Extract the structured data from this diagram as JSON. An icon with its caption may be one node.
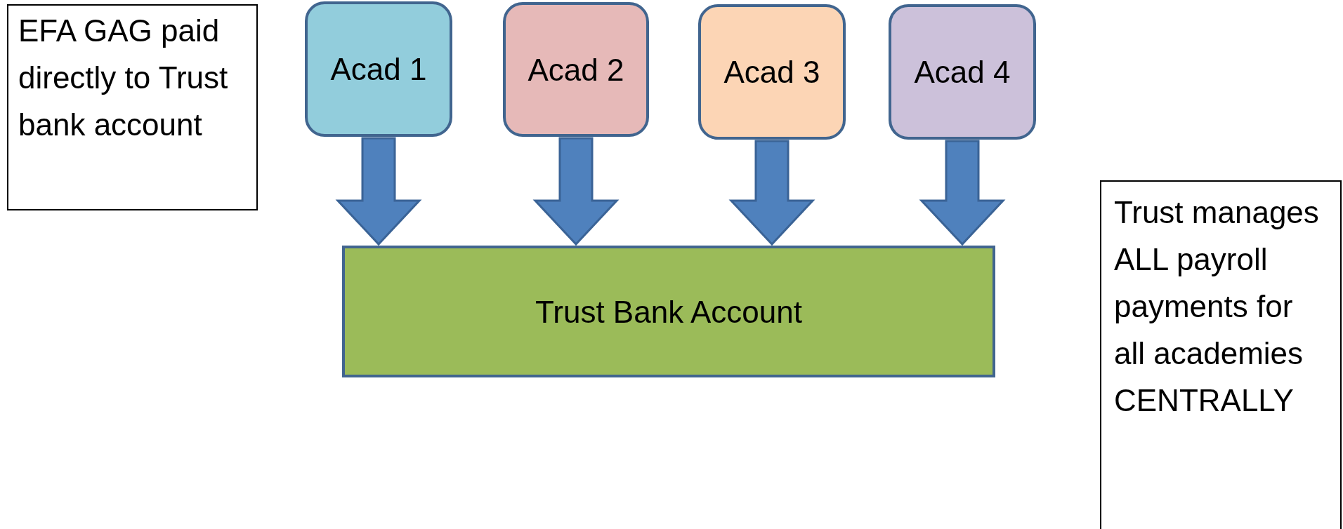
{
  "diagram": {
    "nodes": [
      {
        "text": [
          "EFA GAG paid directly to Trust bank account"
        ]
      },
      {
        "text": [
          "Acad 1"
        ]
      },
      {
        "text": [
          "Acad 2"
        ]
      },
      {
        "text": [
          "Acad 3"
        ]
      },
      {
        "text": [
          "Acad 4"
        ]
      },
      {
        "text": [
          "Trust Bank Account"
        ]
      },
      {
        "text": [
          "Trust manages ALL payroll payments for all academies CENTRALLY"
        ]
      }
    ],
    "edges": [
      {
        "from": 1,
        "to": 5,
        "arrow": "to"
      },
      {
        "from": 2,
        "to": 5,
        "arrow": "to"
      },
      {
        "from": 3,
        "to": 5,
        "arrow": "to"
      },
      {
        "from": 4,
        "to": 5,
        "arrow": "to"
      }
    ]
  }
}
